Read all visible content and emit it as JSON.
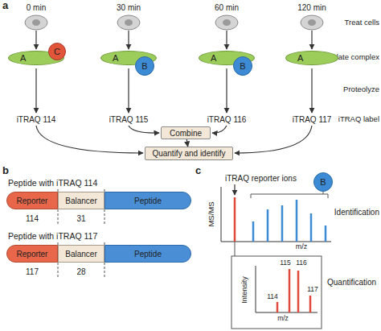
{
  "diagram": {
    "nodes": [
      {
        "text": [
          "A"
        ]
      },
      {
        "text": [
          "C"
        ]
      },
      {
        "text": [
          "A"
        ]
      },
      {
        "text": [
          "B"
        ]
      },
      {
        "text": [
          "A"
        ]
      },
      {
        "text": [
          "B"
        ]
      },
      {
        "text": [
          "A"
        ]
      },
      {
        "text": [
          "Combine"
        ]
      },
      {
        "text": [
          "Quantify and identify"
        ]
      },
      {
        "text": [
          "Reporter"
        ]
      },
      {
        "text": [
          "Balancer"
        ]
      },
      {
        "text": [
          "Peptide"
        ]
      },
      {
        "text": [
          "Reporter"
        ]
      },
      {
        "text": [
          "Balancer"
        ]
      },
      {
        "text": [
          "Peptide"
        ]
      },
      {
        "text": [
          "B"
        ]
      }
    ],
    "edges": [
      {
        "from": 7,
        "to": 8,
        "arrow": "to"
      }
    ],
    "labels": [
      "a",
      "0 min",
      "30 min",
      "60 min",
      "120 min",
      "Treat cells",
      "Isolate complex",
      "Proteolyze",
      "iTRAQ label",
      "iTRAQ 114",
      "iTRAQ 115",
      "iTRAQ 116",
      "iTRAQ 117",
      "b",
      "Peptide with iTRAQ 114",
      "114",
      "31",
      "Peptide with iTRAQ 117",
      "117",
      "28",
      "c",
      "iTRAQ reporter ions",
      "MS/MS",
      "Identification",
      "m/z",
      "Intensity",
      "115",
      "116",
      "114",
      "117",
      "Quantification",
      "m/z"
    ]
  }
}
